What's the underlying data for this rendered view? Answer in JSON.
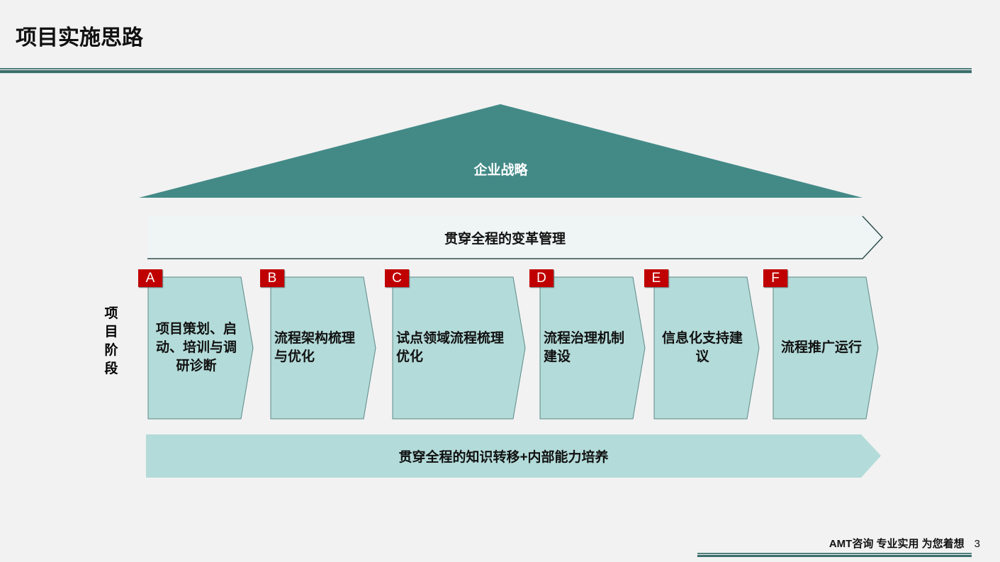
{
  "title": "项目实施思路",
  "strategy": "企业战略",
  "change_management": "贯穿全程的变革管理",
  "phase_label": "项目阶段",
  "stages": [
    {
      "letter": "A",
      "text": "项目策划、启动、培训与调研诊断"
    },
    {
      "letter": "B",
      "text": "流程架构梳理与优化"
    },
    {
      "letter": "C",
      "text": "试点领域流程梳理优化"
    },
    {
      "letter": "D",
      "text": "流程治理机制建设"
    },
    {
      "letter": "E",
      "text": "信息化支持建议"
    },
    {
      "letter": "F",
      "text": "流程推广运行"
    }
  ],
  "knowledge_transfer": "贯穿全程的知识转移+内部能力培养",
  "footer": {
    "slogan": "AMT咨询 专业实用 为您着想",
    "page": "3"
  },
  "colors": {
    "teal_dark": "#438a87",
    "teal_light": "#b3dbd9",
    "badge_red": "#c00000",
    "line": "#3b6e6b"
  }
}
